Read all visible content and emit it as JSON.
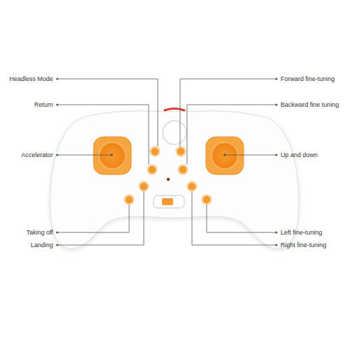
{
  "diagram": {
    "labels": [
      "Headless Mode",
      "Forward fine-tuning",
      "Return",
      "Backward fine tuning",
      "Accelerator",
      "Up and down",
      "Taking off",
      "Left fine-tuning",
      "Landing",
      "Right fine-tuning"
    ]
  }
}
